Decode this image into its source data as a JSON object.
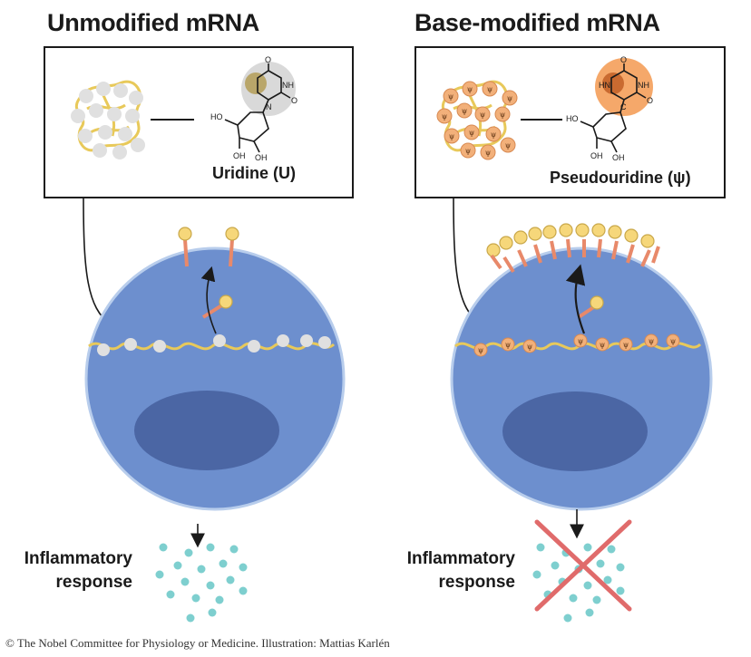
{
  "titles": {
    "left": "Unmodified mRNA",
    "right": "Base-modified mRNA"
  },
  "labels": {
    "left_nucleoside": "Uridine (U)",
    "right_nucleoside": "Pseudouridine (ψ)",
    "psi_symbol": "ψ"
  },
  "chem": {
    "o": "O",
    "nh": "NH",
    "hn": "HN",
    "n": "N",
    "c": "C",
    "ho": "HO",
    "oh": "OH"
  },
  "response": {
    "left_line1": "Inflammatory",
    "left_line2": "response",
    "right_line1": "Inflammatory",
    "right_line2": "response"
  },
  "credit": "© The Nobel Committee for Physiology or Medicine. Illustration: Mattias Karlén",
  "colors": {
    "cell": "#6d8fce",
    "cell_edge": "#b8cdec",
    "nucleus": "#4b66a4",
    "strand": "#e8c95a",
    "bead_grey": "#e0e0e0",
    "bead_orange": "#f2b07a",
    "receptor_stem": "#e8896a",
    "receptor_head": "#f6d77a",
    "dots": "#7ecfcf",
    "cross": "#e06b6b"
  }
}
